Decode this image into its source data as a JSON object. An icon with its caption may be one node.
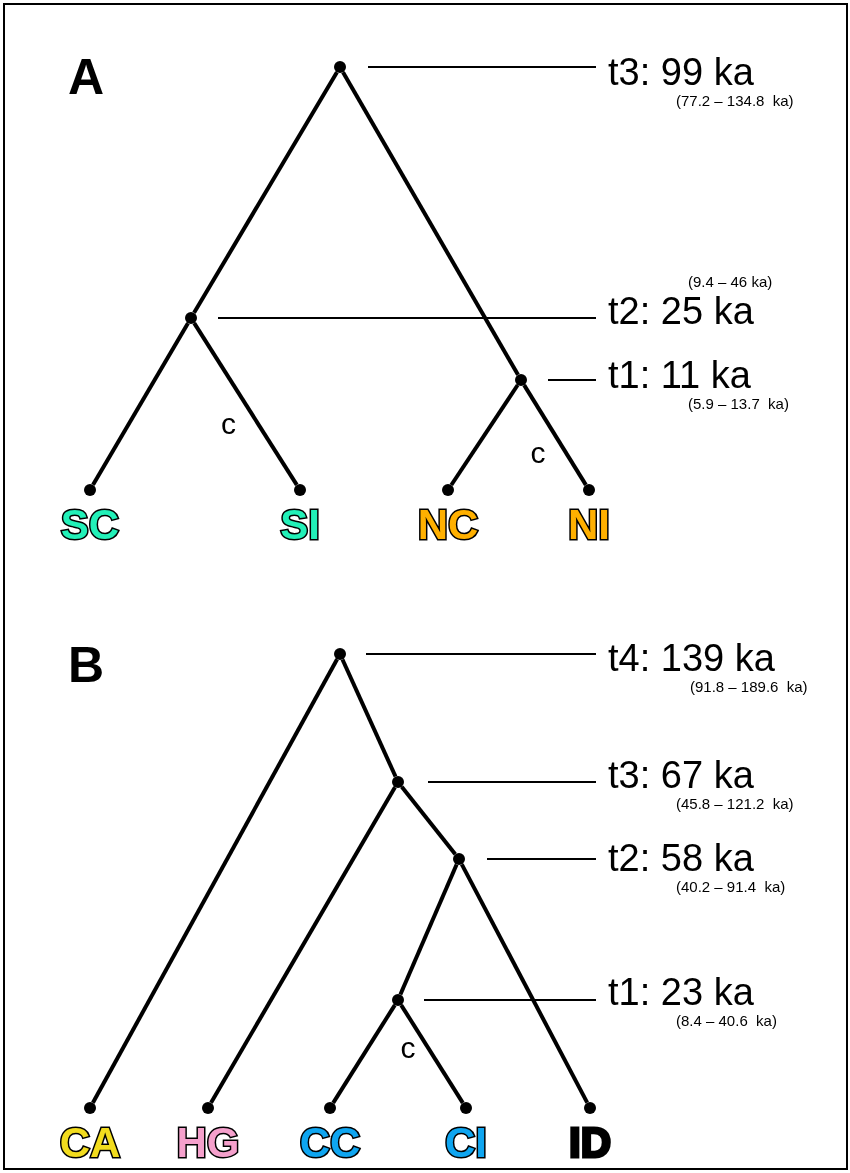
{
  "diagram": {
    "nodes": [
      {
        "text": [],
        "shape": "circle"
      },
      {
        "text": [
          "t3: 99 ka",
          "(77.2 – 134.8  ka)"
        ]
      },
      {
        "text": [],
        "shape": "circle"
      },
      {
        "text": [
          "(9.4 – 46 ka)",
          "t2: 25 ka"
        ]
      },
      {
        "text": [],
        "shape": "circle"
      },
      {
        "text": [
          "t1: 11 ka",
          "(5.9 – 13.7  ka)"
        ]
      },
      {
        "text": [],
        "shape": "circle",
        "beside": [
          "SC"
        ]
      },
      {
        "text": [],
        "shape": "circle",
        "beside": [
          "SI"
        ]
      },
      {
        "text": [],
        "shape": "circle",
        "beside": [
          "NC"
        ]
      },
      {
        "text": [],
        "shape": "circle",
        "beside": [
          "NI"
        ]
      },
      {
        "text": [],
        "shape": "circle"
      },
      {
        "text": [
          "t4: 139 ka",
          "(91.8 – 189.6  ka)"
        ]
      },
      {
        "text": [],
        "shape": "circle"
      },
      {
        "text": [
          "t3: 67 ka",
          "(45.8 – 121.2  ka)"
        ]
      },
      {
        "text": [],
        "shape": "circle"
      },
      {
        "text": [
          "t2: 58 ka",
          "(40.2 – 91.4  ka)"
        ]
      },
      {
        "text": [],
        "shape": "circle"
      },
      {
        "text": [
          "t1: 23 ka",
          "(8.4 – 40.6  ka)"
        ]
      },
      {
        "text": [],
        "shape": "circle",
        "beside": [
          "CA"
        ]
      },
      {
        "text": [],
        "shape": "circle",
        "beside": [
          "HG"
        ]
      },
      {
        "text": [],
        "shape": "circle",
        "beside": [
          "CC"
        ]
      },
      {
        "text": [],
        "shape": "circle",
        "beside": [
          "CI"
        ]
      },
      {
        "text": [],
        "shape": "circle",
        "beside": [
          "ID"
        ]
      }
    ],
    "edges": [
      {
        "from": 0,
        "to": 2,
        "arrow": "none"
      },
      {
        "from": 0,
        "to": 4,
        "arrow": "none"
      },
      {
        "from": 2,
        "to": 6,
        "arrow": "none"
      },
      {
        "from": 2,
        "to": 7,
        "arrow": "none",
        "label": "c"
      },
      {
        "from": 4,
        "to": 8,
        "arrow": "none"
      },
      {
        "from": 4,
        "to": 9,
        "arrow": "none",
        "label": "c"
      },
      {
        "from": 1,
        "to": 0,
        "arrow": "none"
      },
      {
        "from": 3,
        "to": 2,
        "arrow": "none"
      },
      {
        "from": 5,
        "to": 4,
        "arrow": "none"
      },
      {
        "from": 10,
        "to": 18,
        "arrow": "none"
      },
      {
        "from": 10,
        "to": 12,
        "arrow": "none"
      },
      {
        "from": 12,
        "to": 19,
        "arrow": "none"
      },
      {
        "from": 12,
        "to": 14,
        "arrow": "none"
      },
      {
        "from": 14,
        "to": 16,
        "arrow": "none"
      },
      {
        "from": 14,
        "to": 22,
        "arrow": "none"
      },
      {
        "from": 16,
        "to": 20,
        "arrow": "none"
      },
      {
        "from": 16,
        "to": 21,
        "arrow": "none",
        "label": "c"
      },
      {
        "from": 11,
        "to": 10,
        "arrow": "none"
      },
      {
        "from": 13,
        "to": 12,
        "arrow": "none"
      },
      {
        "from": 15,
        "to": 14,
        "arrow": "none"
      },
      {
        "from": 17,
        "to": 16,
        "arrow": "none"
      }
    ],
    "labels": [
      "A",
      "B"
    ]
  }
}
